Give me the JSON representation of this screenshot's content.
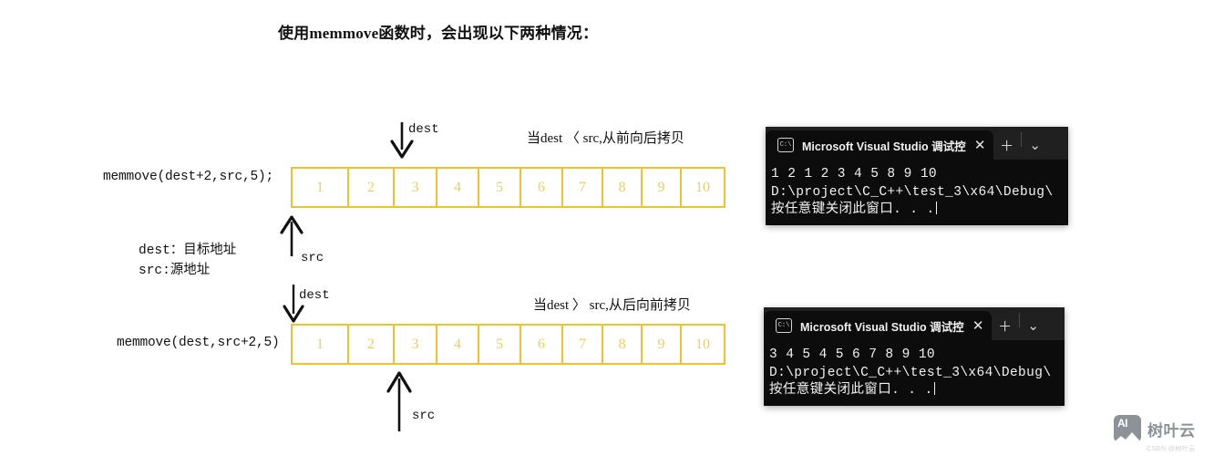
{
  "heading": "使用memmove函数时，会出现以下两种情况：",
  "legend": {
    "line1": "dest：目标地址",
    "line2": "src:源地址"
  },
  "array_cells": [
    "1",
    "2",
    "3",
    "4",
    "5",
    "6",
    "7",
    "8",
    "9",
    "10"
  ],
  "diagrams": [
    {
      "call": "memmove(dest+2,src,5);",
      "condition": "当dest 〈 src,从前向后拷贝",
      "dest_label": "dest",
      "src_label": "src"
    },
    {
      "call": "memmove(dest,src+2,5)",
      "condition": "当dest 〉 src,从后向前拷贝",
      "dest_label": "dest",
      "src_label": "src"
    }
  ],
  "consoles": [
    {
      "tab_title": "Microsoft Visual Studio 调试控",
      "tab_icon": "console-icon",
      "close_icon": "✕",
      "new_tab_icon": "＋",
      "dropdown_icon": "⌄",
      "lines": [
        "1 2 1 2 3 4 5 8 9 10",
        "D:\\project\\C_C++\\test_3\\x64\\Debug\\",
        "按任意键关闭此窗口. . ."
      ]
    },
    {
      "tab_title": "Microsoft Visual Studio 调试控",
      "tab_icon": "console-icon",
      "close_icon": "✕",
      "new_tab_icon": "＋",
      "dropdown_icon": "⌄",
      "lines": [
        "3 4 5 4 5 6 7 8 9 10",
        "D:\\project\\C_C++\\test_3\\x64\\Debug\\",
        "按任意键关闭此窗口. . ."
      ]
    }
  ],
  "watermark": {
    "logo_text": "AI",
    "brand": "树叶云",
    "sub": "CSDN @树叶云"
  },
  "colors": {
    "array_border": "#EFC32B",
    "array_number": "#EBCE62",
    "console_bg": "#0c0c0c",
    "console_tabbar": "#202020",
    "watermark": "#8d9299"
  }
}
